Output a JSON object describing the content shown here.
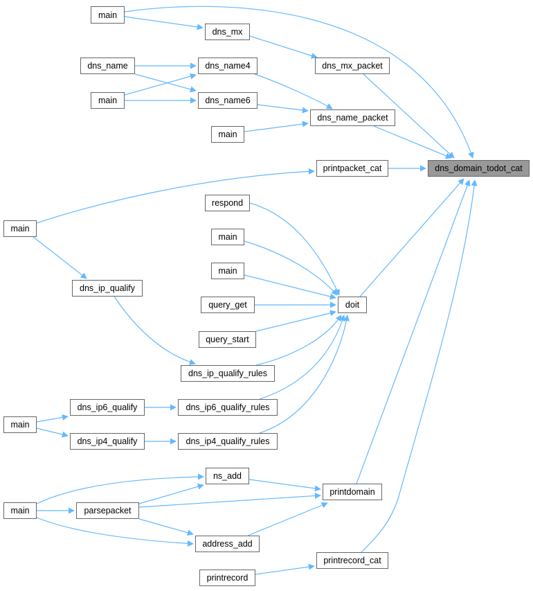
{
  "graph": {
    "type": "caller-graph",
    "edge_color": "#63b8ff",
    "focus_node_fill": "#999999",
    "nodes": [
      {
        "id": "n1",
        "label": "main"
      },
      {
        "id": "n2",
        "label": "dns_mx"
      },
      {
        "id": "n3",
        "label": "dns_name"
      },
      {
        "id": "n4",
        "label": "dns_name4"
      },
      {
        "id": "n5",
        "label": "dns_mx_packet"
      },
      {
        "id": "n6",
        "label": "main"
      },
      {
        "id": "n7",
        "label": "dns_name6"
      },
      {
        "id": "n8",
        "label": "dns_name_packet"
      },
      {
        "id": "n9",
        "label": "main"
      },
      {
        "id": "n10",
        "label": "printpacket_cat"
      },
      {
        "id": "n11",
        "label": "dns_domain_todot_cat"
      },
      {
        "id": "n12",
        "label": "respond"
      },
      {
        "id": "n13",
        "label": "main"
      },
      {
        "id": "n14",
        "label": "main"
      },
      {
        "id": "n15",
        "label": "main"
      },
      {
        "id": "n16",
        "label": "dns_ip_qualify"
      },
      {
        "id": "n17",
        "label": "query_get"
      },
      {
        "id": "n18",
        "label": "doit"
      },
      {
        "id": "n19",
        "label": "query_start"
      },
      {
        "id": "n20",
        "label": "dns_ip_qualify_rules"
      },
      {
        "id": "n21",
        "label": "dns_ip6_qualify"
      },
      {
        "id": "n22",
        "label": "dns_ip6_qualify_rules"
      },
      {
        "id": "n23",
        "label": "main"
      },
      {
        "id": "n24",
        "label": "dns_ip4_qualify"
      },
      {
        "id": "n25",
        "label": "dns_ip4_qualify_rules"
      },
      {
        "id": "n26",
        "label": "ns_add"
      },
      {
        "id": "n27",
        "label": "printdomain"
      },
      {
        "id": "n28",
        "label": "main"
      },
      {
        "id": "n29",
        "label": "parsepacket"
      },
      {
        "id": "n30",
        "label": "address_add"
      },
      {
        "id": "n31",
        "label": "printrecord_cat"
      },
      {
        "id": "n32",
        "label": "printrecord"
      }
    ],
    "edges": [
      [
        "n1",
        "n11"
      ],
      [
        "n1",
        "n2"
      ],
      [
        "n2",
        "n5"
      ],
      [
        "n5",
        "n11"
      ],
      [
        "n3",
        "n4"
      ],
      [
        "n3",
        "n7"
      ],
      [
        "n4",
        "n8"
      ],
      [
        "n6",
        "n4"
      ],
      [
        "n6",
        "n7"
      ],
      [
        "n7",
        "n8"
      ],
      [
        "n9",
        "n8"
      ],
      [
        "n8",
        "n11"
      ],
      [
        "n10",
        "n11"
      ],
      [
        "n13",
        "n10"
      ],
      [
        "n13",
        "n16"
      ],
      [
        "n12",
        "n18"
      ],
      [
        "n14",
        "n18"
      ],
      [
        "n15",
        "n18"
      ],
      [
        "n17",
        "n18"
      ],
      [
        "n19",
        "n18"
      ],
      [
        "n16",
        "n20"
      ],
      [
        "n20",
        "n18"
      ],
      [
        "n22",
        "n18"
      ],
      [
        "n25",
        "n18"
      ],
      [
        "n18",
        "n11"
      ],
      [
        "n21",
        "n22"
      ],
      [
        "n23",
        "n21"
      ],
      [
        "n23",
        "n24"
      ],
      [
        "n24",
        "n25"
      ],
      [
        "n27",
        "n11"
      ],
      [
        "n31",
        "n11"
      ],
      [
        "n28",
        "n26"
      ],
      [
        "n28",
        "n29"
      ],
      [
        "n28",
        "n30"
      ],
      [
        "n29",
        "n26"
      ],
      [
        "n29",
        "n27"
      ],
      [
        "n29",
        "n30"
      ],
      [
        "n26",
        "n27"
      ],
      [
        "n30",
        "n27"
      ],
      [
        "n32",
        "n31"
      ]
    ]
  }
}
